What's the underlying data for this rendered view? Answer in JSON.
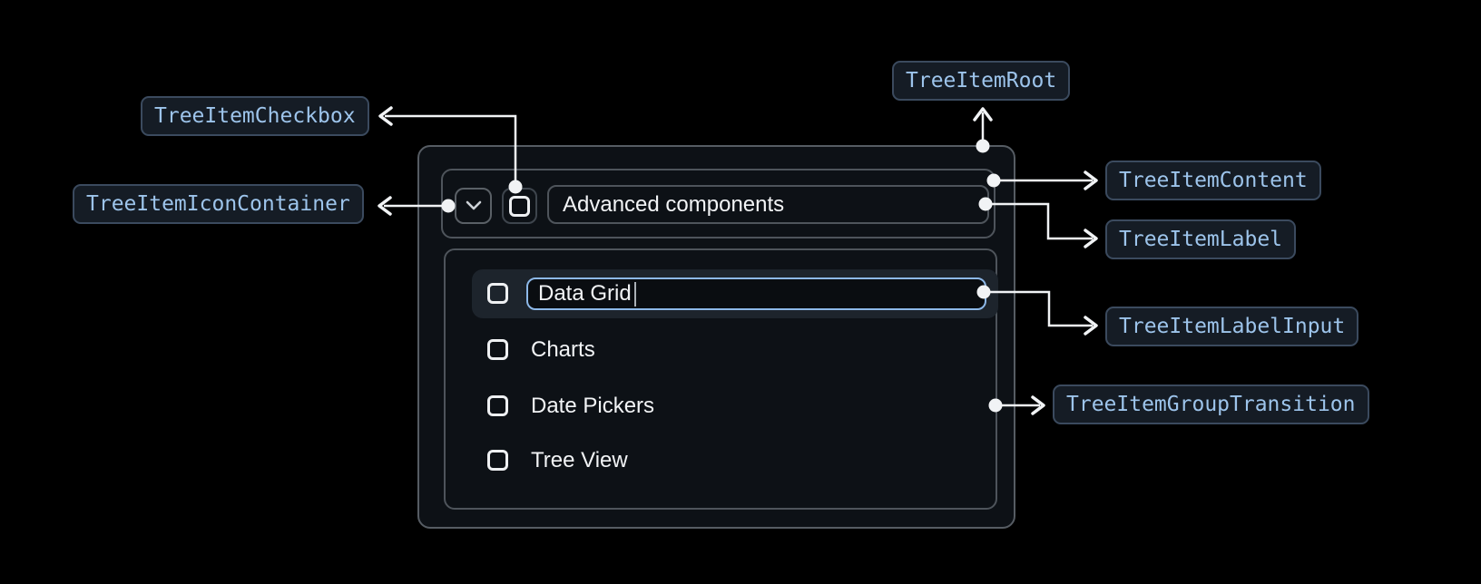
{
  "badges": {
    "checkbox": "TreeItemCheckbox",
    "icon_container": "TreeItemIconContainer",
    "root": "TreeItemRoot",
    "content": "TreeItemContent",
    "label": "TreeItemLabel",
    "label_input": "TreeItemLabelInput",
    "group_transition": "TreeItemGroupTransition"
  },
  "tree": {
    "parent_label": "Advanced components",
    "parent_expanded": true,
    "parent_checked": false,
    "items": [
      {
        "label": "Data Grid",
        "editing": true,
        "checked": false
      },
      {
        "label": "Charts",
        "checked": false
      },
      {
        "label": "Date Pickers",
        "checked": false
      },
      {
        "label": "Tree View",
        "checked": false
      }
    ]
  },
  "icons": [
    "chevron-down-icon",
    "checkbox-unchecked-icon"
  ],
  "colors": {
    "background": "#000000",
    "surface": "#0d1116",
    "surface_border": "#565c63",
    "inner_border": "#4e545b",
    "row_highlight": "#1d242c",
    "focus_ring": "#8db8e8",
    "badge_background": "#151c25",
    "badge_border": "#3b4a5e",
    "badge_text": "#9dc4eb",
    "connector": "#f1f3f5",
    "text": "#f2f4f6"
  }
}
